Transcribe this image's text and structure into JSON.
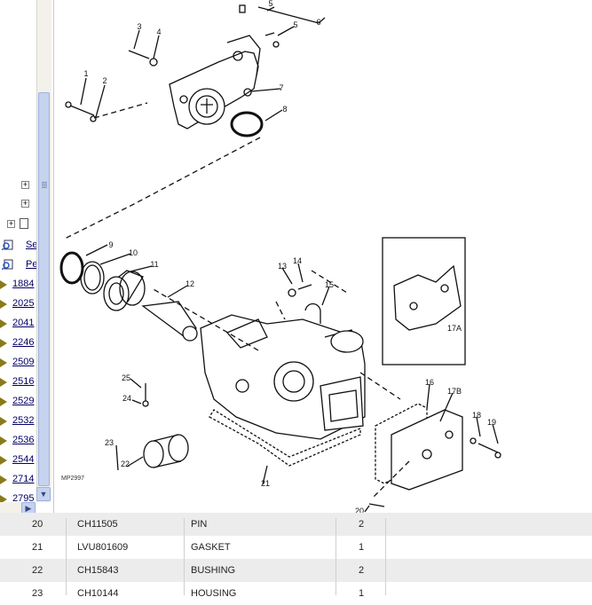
{
  "tree": {
    "items": [
      {
        "label": "Se",
        "icon": "search-doc-icon"
      },
      {
        "label": "Pe",
        "icon": "search-doc-icon"
      },
      {
        "label": "1884"
      },
      {
        "label": "2025"
      },
      {
        "label": "2041"
      },
      {
        "label": "2246"
      },
      {
        "label": "2509"
      },
      {
        "label": "2516"
      },
      {
        "label": "2529"
      },
      {
        "label": "2532"
      },
      {
        "label": "2536"
      },
      {
        "label": "2544"
      },
      {
        "label": "2714"
      },
      {
        "label": "2795"
      }
    ]
  },
  "diagram": {
    "figure_id": "MP2997",
    "callouts": [
      "1",
      "2",
      "3",
      "4",
      "5",
      "5",
      "6",
      "7",
      "8",
      "9",
      "10",
      "11",
      "12",
      "13",
      "14",
      "15",
      "16",
      "17A",
      "17B",
      "18",
      "19",
      "20",
      "21",
      "22",
      "23",
      "24",
      "25"
    ]
  },
  "parts_table": {
    "rows": [
      {
        "no": "20",
        "part": "CH11505",
        "desc": "PIN",
        "qty": "2"
      },
      {
        "no": "21",
        "part": "LVU801609",
        "desc": "GASKET",
        "qty": "1"
      },
      {
        "no": "22",
        "part": "CH15843",
        "desc": "BUSHING",
        "qty": "2"
      },
      {
        "no": "23",
        "part": "CH10144",
        "desc": "HOUSING",
        "qty": "1"
      }
    ]
  }
}
